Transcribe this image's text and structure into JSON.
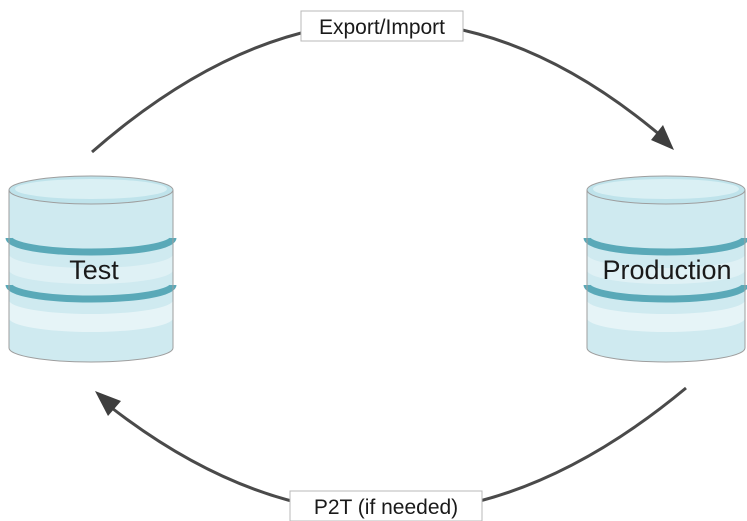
{
  "nodes": {
    "test": {
      "label": "Test"
    },
    "production": {
      "label": "Production"
    }
  },
  "edges": {
    "top": {
      "label": "Export/Import",
      "from": "Test",
      "to": "Production"
    },
    "bottom": {
      "label": "P2T (if needed)",
      "from": "Production",
      "to": "Test"
    }
  },
  "colors": {
    "cylinder_fill": "#cfeaf0",
    "cylinder_band": "#5aa9b8",
    "cylinder_light_band": "#e6f4f7",
    "cylinder_outline": "#9e9e9e",
    "arrow": "#4a4a4a",
    "label_border": "#b8b8b8"
  }
}
